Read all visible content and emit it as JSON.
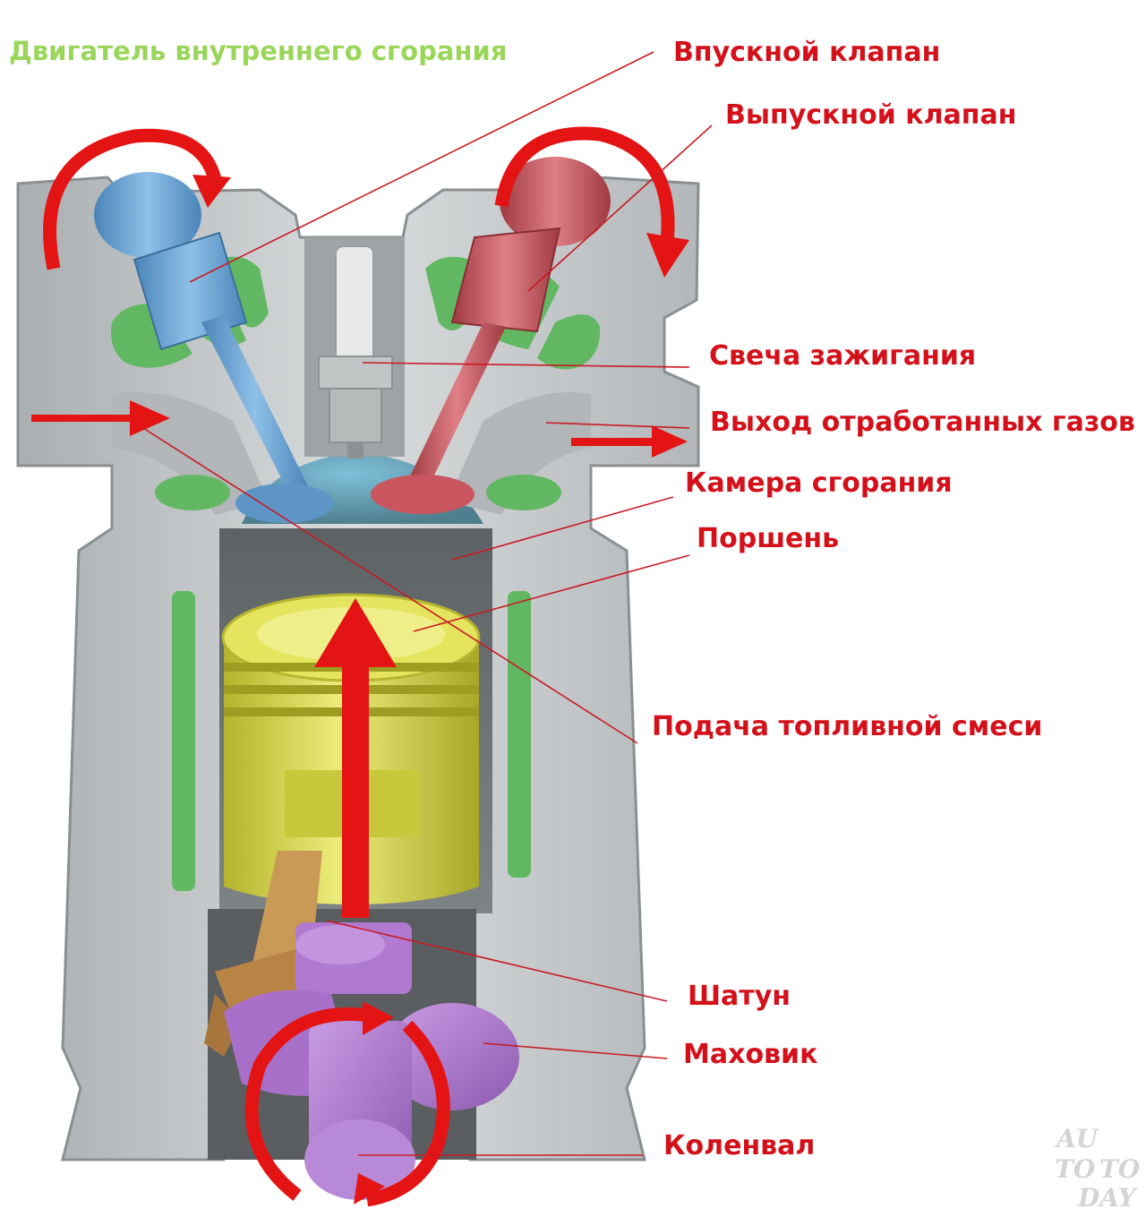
{
  "title": "Двигатель внутреннего сгорания",
  "colors": {
    "title": "#9ad65a",
    "label": "#d4111a",
    "leader": "#c81a24",
    "arrow": "#e41414",
    "coolant": "#62b862",
    "block": "#c9cdce",
    "block_dark": "#8a8f91",
    "intake_valve": "#6aa3d4",
    "exhaust_valve": "#c9565e",
    "piston": "#d8d84a",
    "crank": "#b07ad0",
    "rod": "#c89a56",
    "chamber": "#6fa8bf"
  },
  "labels": {
    "intake_valve": "Впускной клапан",
    "exhaust_valve": "Выпускной клапан",
    "spark_plug": "Свеча зажигания",
    "exhaust_out": "Выход отработанных газов",
    "combustion_chamber": "Камера сгорания",
    "piston": "Поршень",
    "fuel_supply": "Подача топливной смеси",
    "connecting_rod": "Шатун",
    "flywheel": "Маховик",
    "crankshaft": "Коленвал"
  },
  "watermark": {
    "line1": "AU",
    "line2a": "TO",
    "line2b": "TO",
    "line3": "DAY"
  }
}
